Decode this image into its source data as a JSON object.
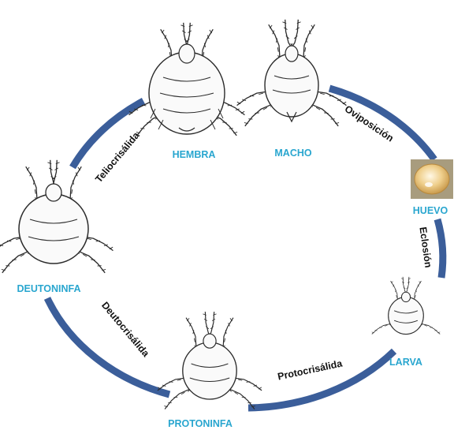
{
  "colors": {
    "cycle_ring": "#3b5e9a",
    "stage_label": "#29a6cf",
    "transition_label": "#111111",
    "mite_outline": "#2b2b2b",
    "egg_fill": "#e9c784",
    "egg_background": "#a89c7e"
  },
  "stages": {
    "hembra": "HEMBRA",
    "macho": "MACHO",
    "huevo": "HUEVO",
    "larva": "LARVA",
    "protoninfa": "PROTONINFA",
    "deutoninfa": "DEUTONINFA"
  },
  "transitions": {
    "oviposicion": "Oviposición",
    "eclosion": "Eclosión",
    "protocrisalida": "Protocrisálida",
    "deutocrisalida": "Deutocrisálida",
    "teliocrisalida": "Teliocrisálida"
  },
  "icons": {
    "hembra": "female-mite-icon",
    "macho": "male-mite-icon",
    "huevo": "egg-icon",
    "larva": "larva-mite-icon",
    "protoninfa": "protonymph-mite-icon",
    "deutoninfa": "deutonymph-mite-icon"
  }
}
